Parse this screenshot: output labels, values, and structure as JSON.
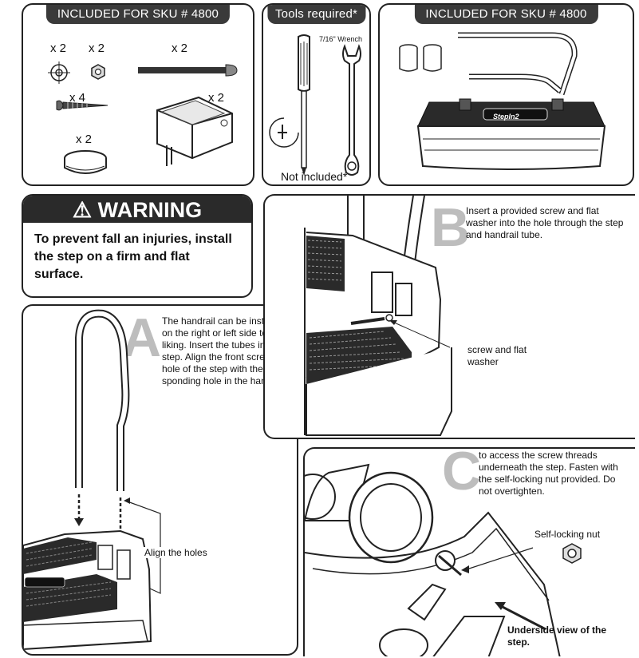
{
  "panel1": {
    "title": "INCLUDED FOR SKU # 4800",
    "qty_washer": "x 2",
    "qty_nut": "x 2",
    "qty_bolt": "x 2",
    "qty_screw": "x 4",
    "qty_mount": "x 2",
    "qty_cap": "x 2"
  },
  "panel2": {
    "title": "Tools required*",
    "wrench_label": "7/16\" Wrench",
    "footer": "Not included*"
  },
  "panel3": {
    "title": "INCLUDED FOR SKU # 4800",
    "product_logo": "StepIn2"
  },
  "warning": {
    "title": "WARNING",
    "text": "To prevent fall an injuries, install the step on a firm and flat surface."
  },
  "step_a": {
    "letter": "A",
    "text": "The handrail can be installed on the right or left side to your liking. Insert the tubes into the step. Align the front screw hole of the step with the corre- sponding hole in the handrail.",
    "callout": "Align the holes"
  },
  "step_b": {
    "letter": "B",
    "text": "Insert a provided screw and flat washer into the hole through the step and handrail tube.",
    "callout": "screw and flat washer"
  },
  "step_c": {
    "letter": "C",
    "text": "Turn the step assembly on the side to access the screw threads underneath the step. Fasten with the self-locking nut provided. Do not overtighten.",
    "nut_label": "Self-locking nut",
    "view_label": "Underside view of the step."
  },
  "colors": {
    "header_bg": "#3a3a3a",
    "letter_gray": "#bdbdbd",
    "line": "#222222"
  }
}
